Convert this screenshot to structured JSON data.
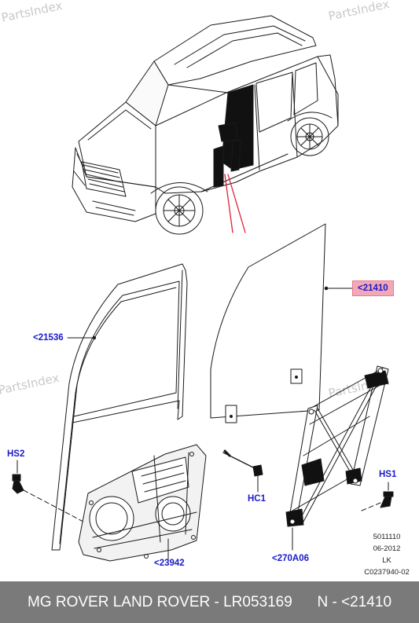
{
  "watermarks": [
    "PartsIndex",
    "PartsIndex",
    "PartsIndex",
    "PartsIndex"
  ],
  "callouts": {
    "glass": "<21410",
    "run_channel": "<21536",
    "hs2": "HS2",
    "hc1": "HC1",
    "hs1": "HS1",
    "module": "<23942",
    "regulator": "<270A06"
  },
  "meta": {
    "line1": "5011110",
    "line2": "06-2012",
    "line3": "LK",
    "line4": "C0237940-02"
  },
  "footer": {
    "text": "MG ROVER LAND ROVER - LR053169      N - <21410"
  },
  "colors": {
    "highlight": "#f3a8b8",
    "callout_text": "#1a1ac8",
    "pointer_red": "#e0203a",
    "footer_bg": "#7a7a7a"
  }
}
